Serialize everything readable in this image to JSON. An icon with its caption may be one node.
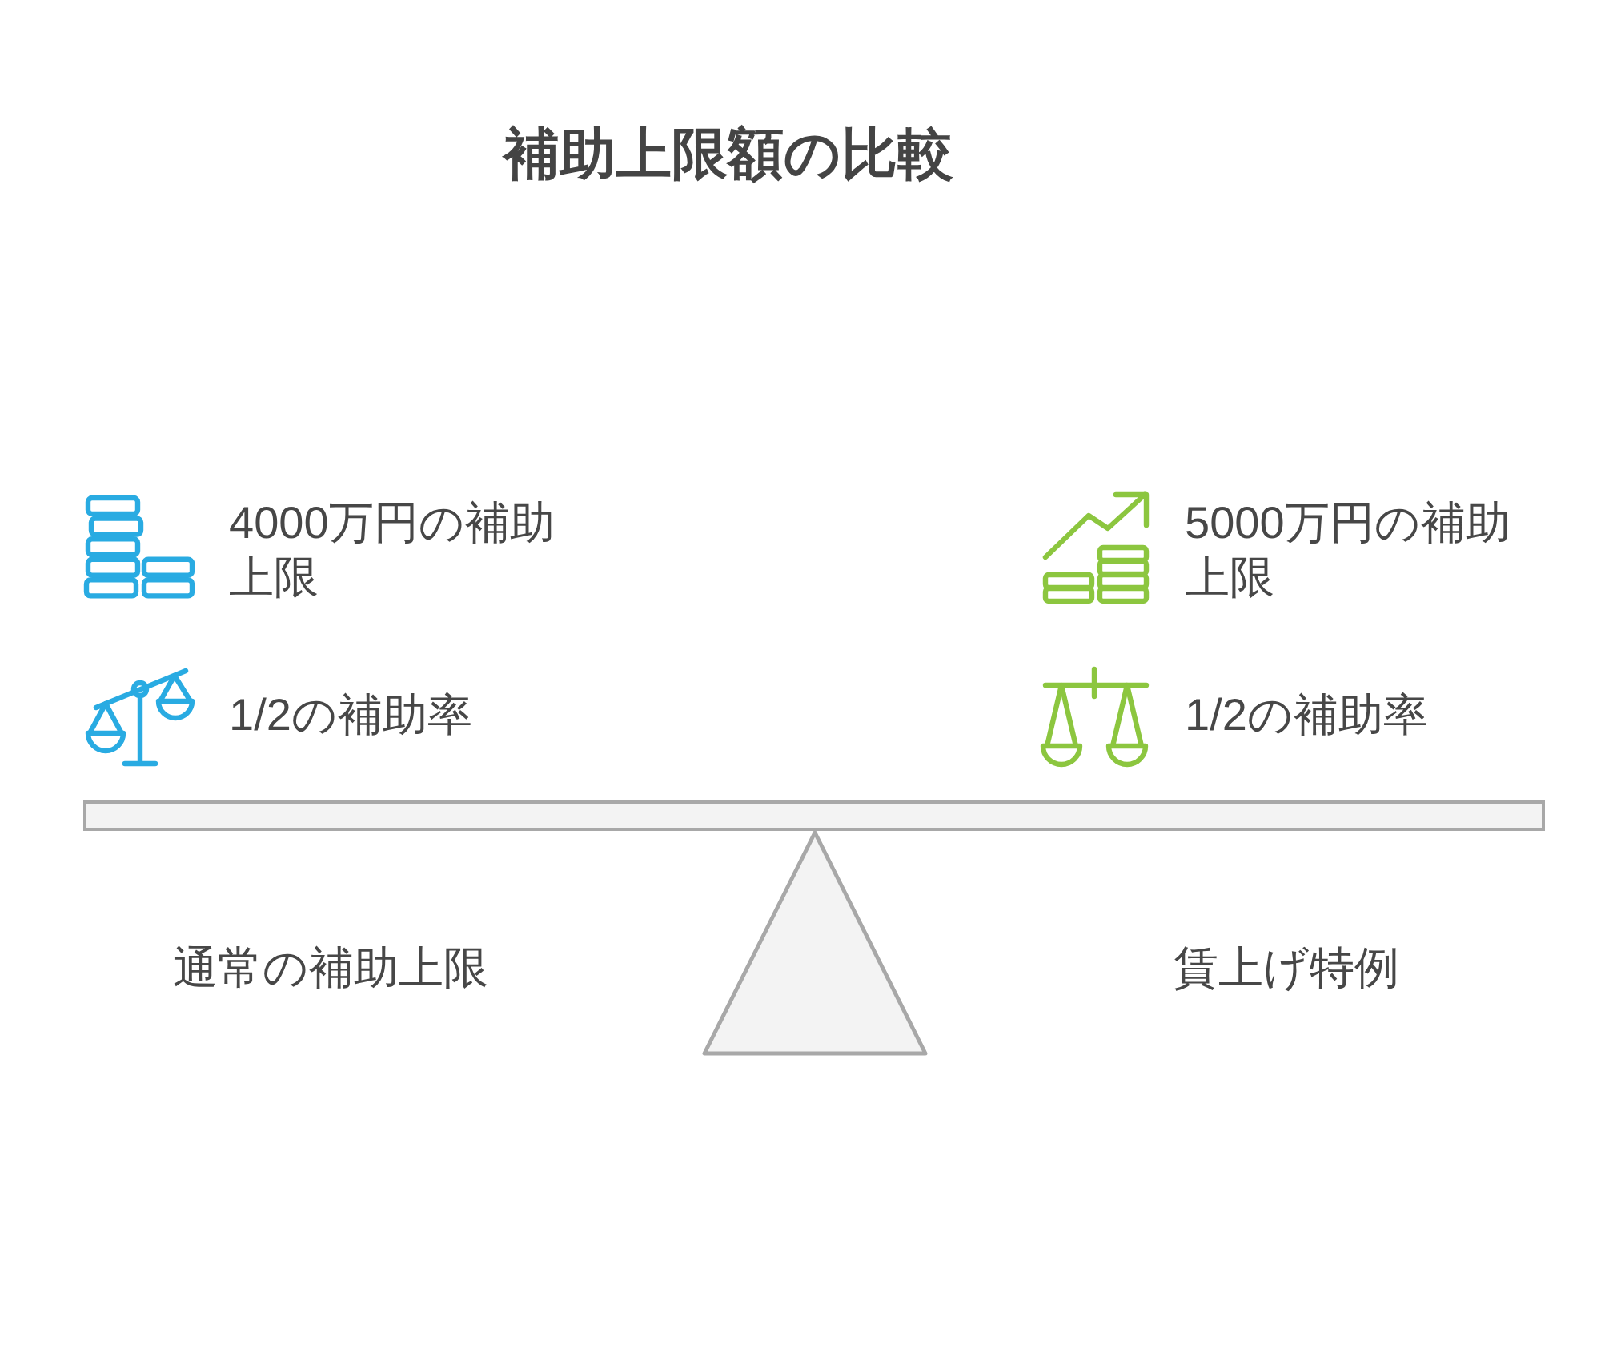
{
  "diagram": {
    "title": "補助上限額の比較",
    "nodes": [
      {
        "text": [],
        "shape": "bar"
      },
      {
        "text": [],
        "shape": "triangle"
      }
    ],
    "labels": [
      "4000万円の補助上限",
      "5000万円の補助上限",
      "1/2の補助率",
      "1/2の補助率",
      "通常の補助上限",
      "賃上げ特例"
    ]
  }
}
